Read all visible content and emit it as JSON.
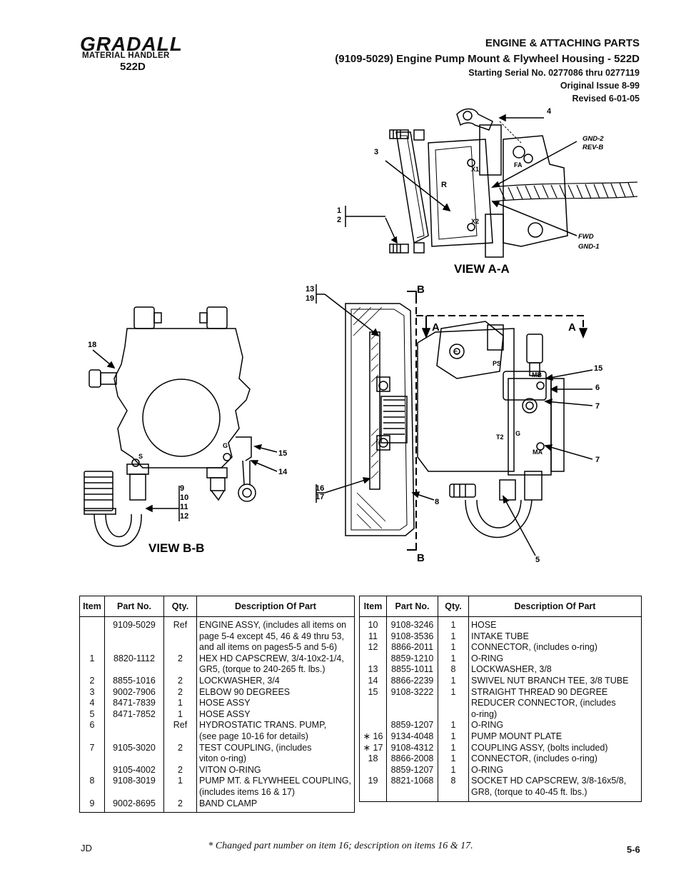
{
  "logo": {
    "brand": "GRADALL",
    "subtitle": "MATERIAL HANDLER",
    "model": "522D"
  },
  "header": {
    "section": "ENGINE & ATTACHING PARTS",
    "title": "(9109-5029) Engine Pump Mount & Flywheel Housing - 522D",
    "serial": "Starting Serial No. 0277086 thru 0277119",
    "issue": "Original Issue 8-99",
    "revised": "Revised 6-01-05"
  },
  "drawing": {
    "views": {
      "view_aa": "VIEW A-A",
      "view_bb": "VIEW B-B"
    },
    "section_labels": {
      "a": "A",
      "b": "B"
    },
    "notes": {
      "gnd2": "GND-2",
      "revb": "REV-B",
      "fwd": "FWD",
      "gnd1": "GND-1"
    },
    "ports": {
      "x1": "X1",
      "x2": "X2",
      "r": "R",
      "fa": "FA",
      "ps": "PS",
      "mb": "MB",
      "t2": "T2",
      "g": "G",
      "ma": "MA",
      "s": "S",
      "c": "C"
    },
    "callouts": {
      "c4": "4",
      "c3": "3",
      "c1": "1",
      "c2": "2",
      "c13": "13",
      "c19": "19",
      "c18": "18",
      "c15": "15",
      "c6": "6",
      "c7": "7",
      "c14": "14",
      "c8": "8",
      "c5": "5",
      "c9": "9",
      "c10": "10",
      "c11": "11",
      "c12": "12",
      "c16": "16",
      "c17": "17"
    }
  },
  "table_headers": {
    "item": "Item",
    "part": "Part No.",
    "qty": "Qty.",
    "desc": "Description Of Part"
  },
  "left_rows": [
    {
      "item": "",
      "part": "9109-5029",
      "qty": "Ref",
      "desc": "ENGINE ASSY, (includes all items on"
    },
    {
      "item": "",
      "part": "",
      "qty": "",
      "desc": "page 5-4 except 45, 46 & 49 thru 53,"
    },
    {
      "item": "",
      "part": "",
      "qty": "",
      "desc": "and all items on pages5-5 and 5-6)"
    },
    {
      "item": "1",
      "part": "8820-1112",
      "qty": "2",
      "desc": "HEX HD CAPSCREW, 3/4-10x2-1/4,"
    },
    {
      "item": "",
      "part": "",
      "qty": "",
      "desc": "GR5, (torque to 240-265 ft. lbs.)"
    },
    {
      "item": "2",
      "part": "8855-1016",
      "qty": "2",
      "desc": "LOCKWASHER, 3/4"
    },
    {
      "item": "3",
      "part": "9002-7906",
      "qty": "2",
      "desc": "ELBOW 90 DEGREES"
    },
    {
      "item": "4",
      "part": "8471-7839",
      "qty": "1",
      "desc": "HOSE ASSY"
    },
    {
      "item": "5",
      "part": "8471-7852",
      "qty": "1",
      "desc": "HOSE ASSY"
    },
    {
      "item": "6",
      "part": "",
      "qty": "Ref",
      "desc": "HYDROSTATIC TRANS. PUMP,"
    },
    {
      "item": "",
      "part": "",
      "qty": "",
      "desc": "(see page 10-16 for details)"
    },
    {
      "item": "7",
      "part": "9105-3020",
      "qty": "2",
      "desc": "TEST COUPLING, (includes"
    },
    {
      "item": "",
      "part": "",
      "qty": "",
      "desc": "viton o-ring)"
    },
    {
      "item": "",
      "part": "9105-4002",
      "qty": "2",
      "desc": "VITON O-RING"
    },
    {
      "item": "8",
      "part": "9108-3019",
      "qty": "1",
      "desc": "PUMP MT. & FLYWHEEL COUPLING,"
    },
    {
      "item": "",
      "part": "",
      "qty": "",
      "desc": "(includes items 16 & 17)"
    },
    {
      "item": "9",
      "part": "9002-8695",
      "qty": "2",
      "desc": "BAND CLAMP"
    }
  ],
  "right_rows": [
    {
      "item": "10",
      "part": "9108-3246",
      "qty": "1",
      "desc": "HOSE"
    },
    {
      "item": "11",
      "part": "9108-3536",
      "qty": "1",
      "desc": "INTAKE TUBE"
    },
    {
      "item": "12",
      "part": "8866-2011",
      "qty": "1",
      "desc": "CONNECTOR, (includes o-ring)"
    },
    {
      "item": "",
      "part": "8859-1210",
      "qty": "1",
      "desc": "O-RING"
    },
    {
      "item": "13",
      "part": "8855-1011",
      "qty": "8",
      "desc": "LOCKWASHER, 3/8"
    },
    {
      "item": "14",
      "part": "8866-2239",
      "qty": "1",
      "desc": "SWIVEL NUT BRANCH TEE, 3/8 TUBE"
    },
    {
      "item": "15",
      "part": "9108-3222",
      "qty": "1",
      "desc": "STRAIGHT THREAD 90 DEGREE"
    },
    {
      "item": "",
      "part": "",
      "qty": "",
      "desc": "REDUCER CONNECTOR, (includes"
    },
    {
      "item": "",
      "part": "",
      "qty": "",
      "desc": "o-ring)"
    },
    {
      "item": "",
      "part": "8859-1207",
      "qty": "1",
      "desc": "O-RING"
    },
    {
      "item": "∗ 16",
      "part": "9134-4048",
      "qty": "1",
      "desc": "PUMP MOUNT PLATE"
    },
    {
      "item": "∗ 17",
      "part": "9108-4312",
      "qty": "1",
      "desc": "COUPLING ASSY, (bolts included)"
    },
    {
      "item": "18",
      "part": "8866-2008",
      "qty": "1",
      "desc": "CONNECTOR, (includes o-ring)"
    },
    {
      "item": "",
      "part": "8859-1207",
      "qty": "1",
      "desc": "O-RING"
    },
    {
      "item": "19",
      "part": "8821-1068",
      "qty": "8",
      "desc": "SOCKET HD CAPSCREW, 3/8-16x5/8,"
    },
    {
      "item": "",
      "part": "",
      "qty": "",
      "desc": "GR8, (torque to 40-45 ft. lbs.)"
    }
  ],
  "footer": {
    "left": "JD",
    "note": "* Changed part number on item 16; description on items 16 & 17.",
    "page": "5-6"
  }
}
